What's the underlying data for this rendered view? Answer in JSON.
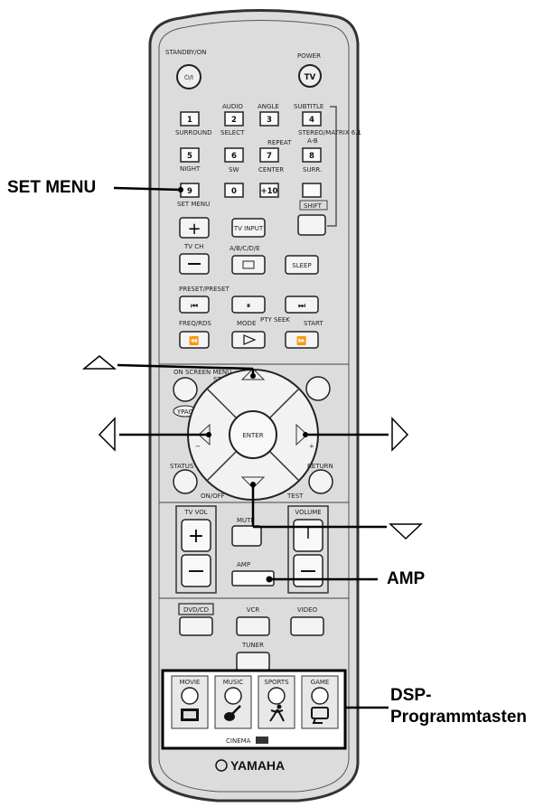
{
  "remote": {
    "brand": "YAMAHA",
    "cinema_label": "CINEMA",
    "top": {
      "standby_label": "STANDBY/ON",
      "standby_icon": "⏻/I",
      "power_label": "POWER",
      "tv_label": "TV"
    },
    "num_row1_top": [
      "AUDIO",
      "ANGLE",
      "SUBTITLE"
    ],
    "num_row1": [
      "1",
      "2",
      "3",
      "4"
    ],
    "num_row1_bottom": [
      "SURROUND",
      "SELECT",
      "STEREO/MATRIX 6.1"
    ],
    "repeat_label": "REPEAT",
    "ab_label": "A-B",
    "num_row2": [
      "5",
      "6",
      "7",
      "8"
    ],
    "night_label": "NIGHT",
    "sw_label": "SW",
    "center_label": "CENTER",
    "surr_label": "SURR.",
    "num_row3": [
      "9",
      "0",
      "+10"
    ],
    "set_menu_small": "SET MENU",
    "shift_label": "SHIFT",
    "tv_ch_label": "TV CH",
    "tv_input_label": "TV INPUT",
    "abcde_label": "A/B/C/D/E",
    "sleep_label": "SLEEP",
    "preset_label": "PRESET/PRESET",
    "freq_label": "FREQ/RDS",
    "mode_label": "MODE",
    "pty_label": "PTY SEEK",
    "start_label": "START",
    "on_screen_label": "ON SCREEN MENU",
    "vpao_label": "YPAO",
    "enter_label": "ENTER",
    "status_label": "STATUS",
    "return_label": "RETURN",
    "onoff_label": "ON/OFF",
    "test_label": "TEST",
    "tv_vol_label": "TV VOL",
    "mute_label": "MUTE",
    "volume_label": "VOLUME",
    "amp_small": "AMP",
    "sources": [
      "DVD/CD",
      "VCR",
      "VIDEO"
    ],
    "tuner_label": "TUNER",
    "dsp": [
      "MOVIE",
      "MUSIC",
      "SPORTS",
      "GAME"
    ]
  },
  "callouts": {
    "set_menu": "SET MENU",
    "amp": "AMP",
    "dsp_line1": "DSP-",
    "dsp_line2": "Programmtasten"
  },
  "icons": [
    "arrow-up-outline-icon",
    "arrow-left-outline-icon",
    "arrow-right-outline-icon",
    "arrow-down-outline-icon",
    "film-icon",
    "guitar-icon",
    "runner-icon",
    "gamepad-icon"
  ]
}
